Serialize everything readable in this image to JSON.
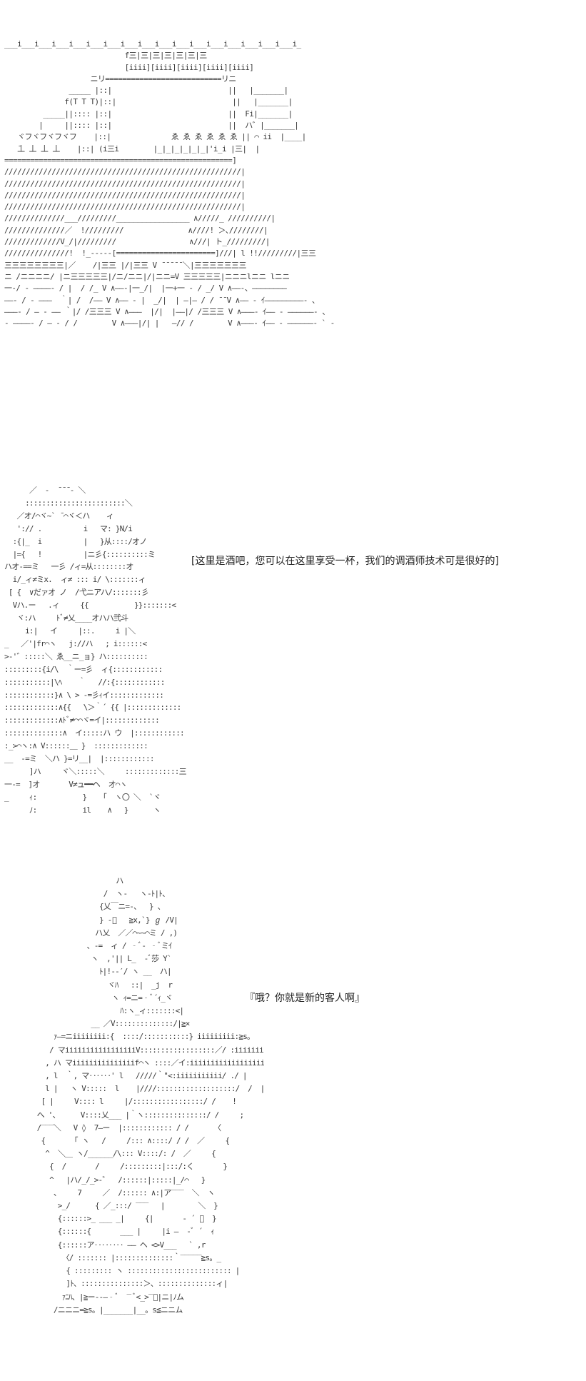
{
  "scene_art": "___i___i___i___i___i___i___i___i___i___i___i___i___i___i___i___i___i_\n                            f三|三|三|三|三|三|三\n                            [iiii][iiii][iiii][iiii][iiii]\n                    ニリ===========================リニ\n               _____ |::|                           ||   |_______|\n              f(T T T)|::|                           ||   |_______|\n         _____||:::: |::|                           ||  Fi|_______|\n        |     ||:::: |::|                           ||  ハ゛|_______|\n   ヾフヾフヾフヾフ    |::|              ゑ ゑ ゑ ゑ ゑ ゑ || ⌒ ii  |____|\n   ̄丄 丄 丄 丄    |::| (i三i        |_|_|_|_|_|_|'i_i |三|  |\n=====================================================]\n///////////////////////////////////////////////////////|\n///////////////////////////////////////////////////////|\n///////////////////////////////////////////////////////|\n///////////////////////////////////////////////////////|\n//////////////___/////////_________________ ∧/////_ //////////|\n//////////////／  !/////////               ∧////! ＞､////////|\n/////////////V_/|/////////                 ∧///| ト_/////////|\n///////////////!  !_-----[=======================]///| l !!/////////|三三\n三三三三三三三三|／    /|三三 |/|三三 V ̄ ̄ ̄ ̄ ̄ ＼|三三三三三三三\nニ /ニニニニ/ |ニ三三三三三|/ニ/ニニ|/|ニニ=V 三三三三三|ニニニlニニ lニニ\n一-/ - ――――- / |  / /_ V ∧――-|一_/|  |一+一 - / _/ V ∧――-、――――――――\n――- / - ―――  ｀| /  /―― V ∧―― - |  _/|  | ―|― / / ̄ ̄ V ∧―― - ｲ―――――――――- 、\n―――- / ― - ―― ｀|/ /三三三 V ∧―――  |/|  |――|/ /三三三 V ∧―――- ｲ―― - ――――――- 、\n- ――――- / ― - / /        V ∧―――|/| |   ―// /        V ∧―――- ｲ―― - ――――――- ` -",
  "bartender_art": "      ／  -  ̄ ̄ ̄ - ＼\n     ::::::::::::::::::::::::＼\n   ／オ/⌒ヾ~` ̄ ⌒ヾ＜ハ    ィ\n   ':// .          i   マ: }N/i\n  :{|_  i          |   }从::::/オノ\n  |={   !          |ニ彡{::::::::::ミ\nハオ-==ミ   一彡 /ィ=从::::::::オ\n  i/_ィ≠ミx.  ィ≠ ::: i/ \\:::::::ィ\n [ {  ∨だァオ ノ  /弋ニアハ/:::::::彡\n  Vハ.ー   .ィ     {{           }}:::::::<\n   ヾ:ハ     ﾄﾞ≠乂____オハハ弐斗\n     i:|   イ     |::.     i |＼\n_   ／'|fr⌒ヽ   j://ハ   ; i::::::<\n>‐'゛:::::＼ ゑ__ニ_ョ} ハ::::::::::\n:::::::::{i/\\  ｀ー=彡  ィ{::::::::::::\n:::::::::::|\\ﾍ    ｀   //:{::::::::::::\n::::::::::::}∧ \\ > -=彡ｨイ:::::::::::::\n:::::::::::::∧{{   \\＞｀´ {{ |:::::::::::::\n:::::::::::::∧ﾄﾞ≠⌒⌒ヾ=イ|:::::::::::::\n::::::::::::::∧  イ:::::ハ ウ  |::::::::::::\n:_>⌒ヽ:∧ V::::::＿ }  :::::::::::::\n__  -=ミ  ＼ハ }=リ__|  |::::::::::::\n      ]ハ     ヾ＼:::::＼     :::::::::::::三\n一-=  ]オ       V≠ュ━━ヘ  オ⌒ヽ\n_     ｨ:           }   「  ヽ〇 ＼  `ヾ\n      ﾉ:           il    ∧   }      ヽ",
  "guest_art": "                     ハ\n                  /  ヽ-   ヽ-ﾄ|ﾄ、\n                 {乂￣ニ=-、  } 、\n                 } ‐ﾞ   ≧x,`} ℊ /V|\n                ハ乂  ／／⌒~~⌒ミ / ,)\n              、-=  ィ / ‐ﾞ‐ ‐ﾞミｲ\n               ヽ  ,'|| L_  ‐ﾞ莎 Y`\n                 ﾄ|!-‐′/ ヽ __  ハ|\n                   ヾﾊ   ::|  _j  r\n                    ヽ ｨ=ニ=‐ﾞ´ｨ_ヾ\n                      ﾊ:ヽ_ィ:::::::<|\n               __ ／V::::::::::::::/|≧×\n      ｧ―=ニiiiiiiii:{  ::::/:::::::::::} iiiiiiiii:≧s。\n     / マiiiiiiiiiiiiiiiiiV::::::::::::::::::／/ :iiiiiiiiiiiiiiiiii/ヽ\n    , ハ マiiiiiiiiiiiiiiif⌒ヽ ::::／イ:iiiiiiiiiiiiiiiiiii/ ,ﾊ\n    , l  ｀, マ‥‥‥' l   /////｀\"<:iiiiiiiiiii/ ./ |\n    l |   ヽ V:::::  l    |////:::::::::::::::::::/  /  |\n   [ |     V:::: l     |/:::::::::::::::::/ /    !\n  へ '、     V::::乂___ |｀ヽ:::::::::::::::/ /     ;\n  /‾‾‾＼   V ◊  7―ー  |:::::::::::: / /      〈\n   {       ｢ ヽ   /     /::: ∧::::/ / /  ／     {\n    ^  ＼＿ ヽ/______/\\::: V::::/: /  ／     {\n     {  /       /     /:::::::::|:::/:く       }\n     ^   |ハ/_/_>‐゛  /::::::|:::::|_/⌒   }\n      、    7     ／  /:::::: ∧:|ア‾‾‾  ＼  ヽ\n       >_/      { ／_:::/ ‾‾‾   |        ＼  }\n       {::::::>_ ___ _|     {|       ‐ ´ ﾞ  }\n       {::::::{       ___ |     |i ―  ‐ﾞ ´  ｨ\n       {::::::ア‥‥‥‥ ―― ヘ <>V___   ` ,r\n        〈/ ::::::: |::::::::::::::｀‾‾‾‾‾≧s。_\n         { ::::::::: ヽ ::::::::::::::::::::::::: |\n         ]ﾄ、:::::::::::::::＞、::::::::::::::ィ|\n        ｧﾆﾊ、|≧ー‐‐―‐ﾞ  ‾ ﾞ<_>‾ﾞ|ニ|ﾉム\n      /ニニニ=≧s。|_______|__。s≦ニニム",
  "bartender_line": "[这里是酒吧，您可以在这里享受一杯，我们的调酒师技术可是很好的]",
  "guest_line": "『哦？你就是新的客人啊』"
}
